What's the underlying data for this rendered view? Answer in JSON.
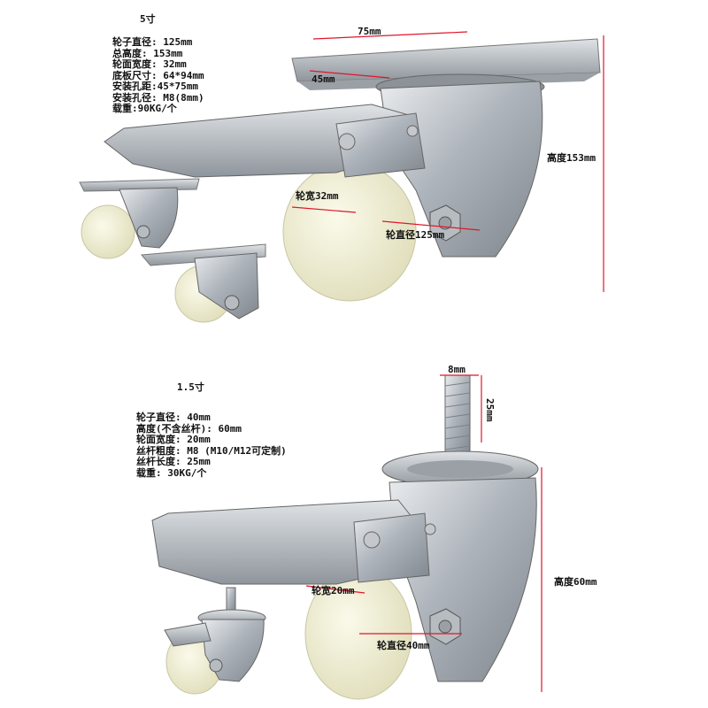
{
  "top": {
    "size_title": "5寸",
    "specs": [
      "轮子直径: 125mm",
      "总高度: 153mm",
      "轮面宽度: 32mm",
      "底板尺寸: 64*94mm",
      "安装孔距:45*75mm",
      "安装孔径: M8(8mm)",
      "载重:90KG/个"
    ],
    "dims": {
      "plate_length": "75mm",
      "hole_spacing": "45mm",
      "height": "高度153mm",
      "wheel_width": "轮宽32mm",
      "wheel_diameter": "轮直径125mm"
    }
  },
  "bottom": {
    "size_title": "1.5寸",
    "specs": [
      "轮子直径: 40mm",
      "高度(不含丝杆): 60mm",
      "轮面宽度: 20mm",
      "丝杆粗度: M8 (M10/M12可定制)",
      "丝杆长度: 25mm",
      "载重: 30KG/个"
    ],
    "dims": {
      "stem_diameter": "8mm",
      "stem_length": "25mm",
      "height": "高度60mm",
      "wheel_width": "轮宽20mm",
      "wheel_diameter": "轮直径40mm"
    }
  },
  "colors": {
    "dimension_line": "#e0162b",
    "metal": "#b9bec4",
    "wheel": "#f3f2d8"
  }
}
